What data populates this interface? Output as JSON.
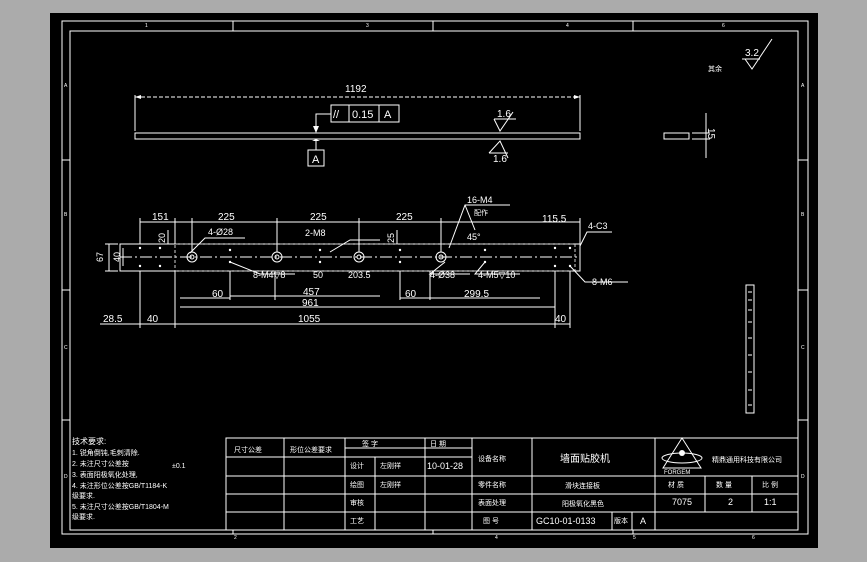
{
  "colors": {
    "backdrop": "#ababab",
    "canvas": "#000000",
    "line": "#ffffff",
    "hidden_line": "#cfcfcf"
  },
  "zone_markers": {
    "columns": [
      "1",
      "2",
      "3",
      "4",
      "5",
      "6"
    ],
    "rows": [
      "A",
      "B",
      "C",
      "D"
    ]
  },
  "drawing": {
    "roughness_corner": "3.2",
    "roughness_corner_prefix": "其余",
    "top_view": {
      "overall_length": "1192",
      "tolerance_symbol": "//",
      "tolerance_value": "0.15",
      "tolerance_datum": "A",
      "datum_label": "A",
      "roughness_top": "1.6",
      "roughness_bottom": "1.6"
    },
    "side_view": {
      "thickness": "15"
    },
    "front_view": {
      "dims_top": [
        "151",
        "225",
        "225",
        "225",
        "115.5"
      ],
      "dims_left": [
        "67",
        "40",
        "20"
      ],
      "dim_25": "25",
      "notes": [
        "4-Ø28",
        "2-M8",
        "16-M4",
        "配作",
        "45°",
        "4-C3",
        "8-M4▽8",
        "50",
        "203.5",
        "4-Ø38",
        "4-M5▽10",
        "8-M6",
        "60",
        "457",
        "60",
        "299.5",
        "961",
        "28.5",
        "40",
        "1055",
        "40"
      ]
    }
  },
  "tech_requirements": {
    "title": "技术要求:",
    "lines": [
      "1. 锐角倒钝,毛刺清除.",
      "2. 未注尺寸公差按",
      "3. 表面阳极氧化处理,",
      "4. 未注形位公差按GB/T1184-K",
      "   级要求.",
      "5. 未注尺寸公差按GB/T1804-M",
      "   级要求."
    ],
    "tolerance_note": "±0.1"
  },
  "title_block": {
    "headers": [
      "尺寸公差",
      "形位公差要求",
      "签 字",
      "日 期"
    ],
    "designer_label": "设计",
    "designer": "左刚祥",
    "date": "10-01-28",
    "drawer_label": "绘图",
    "drawer": "左刚祥",
    "checker_label": "审核",
    "process_label": "工艺",
    "device_label": "设备名称",
    "device_name": "墙面贴胶机",
    "part_label": "零件名称",
    "part_name": "滑块连接板",
    "surface_label": "表面处理",
    "surface_value": "阳极氧化黑色",
    "drawing_no_label": "图 号",
    "drawing_no": "GC10-01-0133",
    "version_label": "版本",
    "version": "A",
    "material_label": "材 质",
    "material": "7075",
    "quantity_label": "数 量",
    "quantity": "2",
    "scale_label": "比 例",
    "scale": "1:1",
    "company": "精鼎通用科技有限公司",
    "logo_text": "FORGEM"
  }
}
